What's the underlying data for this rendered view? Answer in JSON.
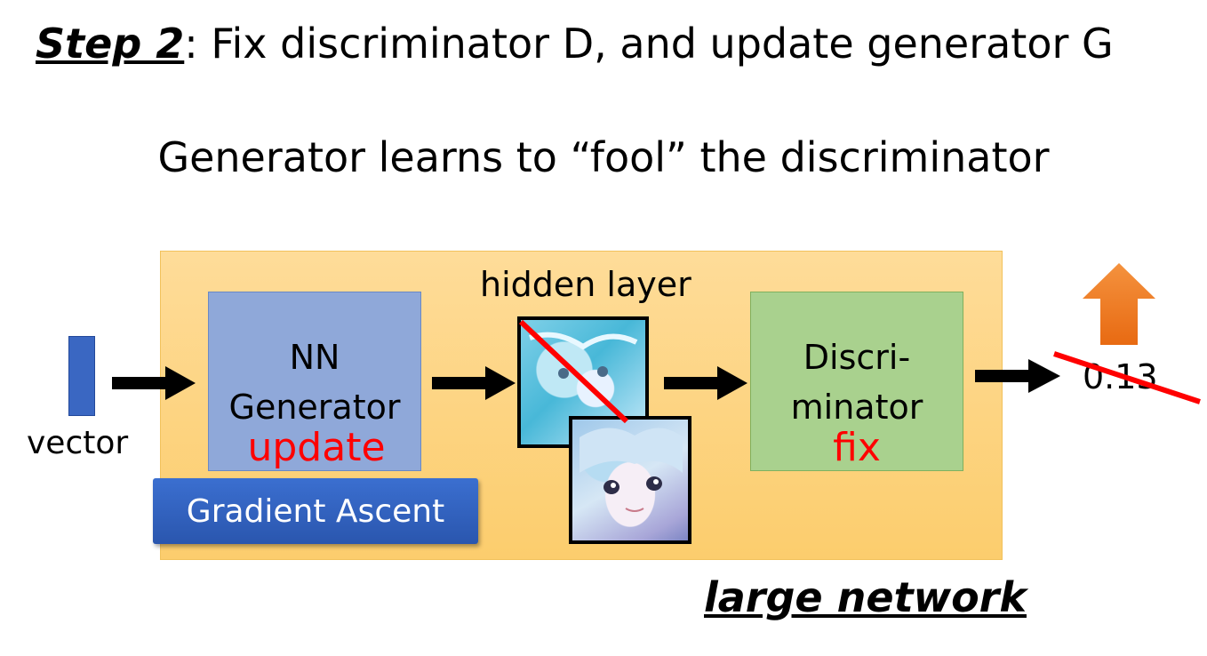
{
  "title": {
    "step": "Step 2",
    "rest": ": Fix discriminator D, and update generator G"
  },
  "subtitle": "Generator learns to “fool” the discriminator",
  "input": {
    "label": "vector"
  },
  "generator": {
    "line1": "NN",
    "line2": "Generator",
    "status": "update"
  },
  "gradient_button": {
    "label": "Gradient Ascent"
  },
  "hidden": {
    "label": "hidden layer"
  },
  "discriminator": {
    "line1": "Discri-",
    "line2": "minator",
    "status": "fix"
  },
  "output": {
    "score": "0.13"
  },
  "footer": {
    "label": "large network"
  },
  "colors": {
    "network_bg": "#fdd37f",
    "generator": "#8fa8d9",
    "discriminator": "#a9d18e",
    "status_text": "#ff0000",
    "button": "#2f62c0",
    "up_arrow": "#ef7a24",
    "strike": "#ff0000"
  },
  "icons": [
    "right-arrow-icon",
    "up-arrow-icon"
  ]
}
